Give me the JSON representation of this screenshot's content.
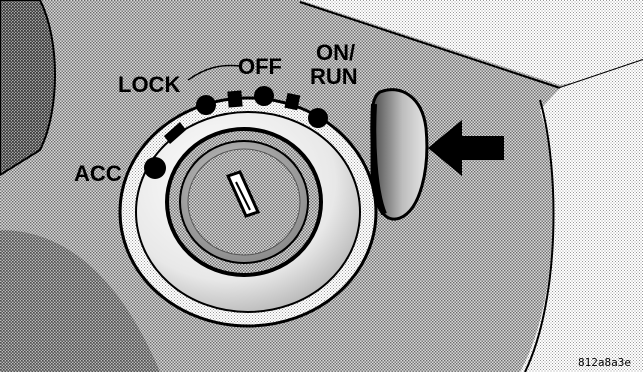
{
  "labels": {
    "acc": "ACC",
    "lock": "LOCK",
    "off": "OFF",
    "on_line1": "ON/",
    "on_line2": "RUN"
  },
  "figure_code": "812a8a3e",
  "icons": {
    "arrow": "left-arrow-icon",
    "button": "key-release-button",
    "cylinder": "key-cylinder"
  },
  "colors": {
    "ink": "#000000",
    "background": "#ffffff",
    "halftone_light": "#e2e2e2",
    "halftone_mid": "#bdbdbd",
    "halftone_dark": "#8a8a8a"
  }
}
